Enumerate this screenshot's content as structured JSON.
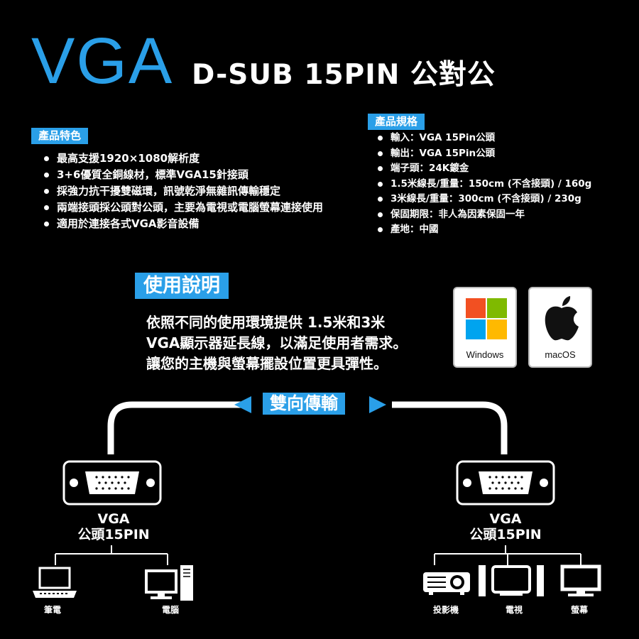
{
  "header": {
    "logo_text": "VGA",
    "title": "D-SUB 15PIN 公對公"
  },
  "features": {
    "tag": "產品特色",
    "items": [
      "最高支援1920×1080解析度",
      "3+6優質全銅線材，標準VGA15針接頭",
      "採強力抗干擾雙磁環，訊號乾淨無雜訊傳輸穩定",
      "兩端接頭採公頭對公頭，主要為電視或電腦螢幕連接使用",
      "適用於連接各式VGA影音設備"
    ]
  },
  "specs": {
    "tag": "產品規格",
    "items": [
      "輸入：VGA 15Pin公頭",
      "輸出：VGA 15Pin公頭",
      "端子頭：24K鍍金",
      "1.5米線長/重量：150cm (不含接頭) / 160g",
      "3米線長/重量：300cm (不含接頭) / 230g",
      "保固期限：非人為因素保固一年",
      "產地：中國"
    ]
  },
  "usage": {
    "tag": "使用說明",
    "lines": [
      "依照不同的使用環境提供 1.5米和3米",
      "VGA顯示器延長線，以滿足使用者需求。",
      "讓您的主機與螢幕擺設位置更具彈性。"
    ]
  },
  "os": {
    "windows_label": "Windows",
    "mac_label": "macOS",
    "windows_colors": [
      "#f25022",
      "#7fba00",
      "#00a4ef",
      "#ffb900"
    ]
  },
  "diagram": {
    "bidirectional_label": "雙向傳輸",
    "left_connector": {
      "line1": "VGA",
      "line2": "公頭15PIN"
    },
    "right_connector": {
      "line1": "VGA",
      "line2": "公頭15PIN"
    },
    "left_devices": [
      "筆電",
      "電腦"
    ],
    "right_devices": [
      "投影機",
      "電視",
      "螢幕"
    ],
    "accent_color": "#2a9fe8"
  }
}
